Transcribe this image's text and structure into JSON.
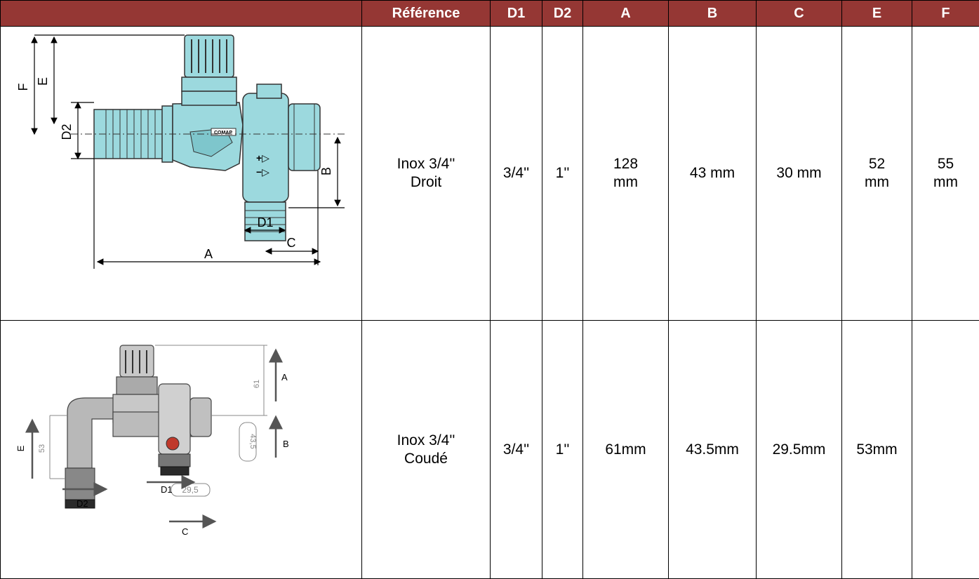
{
  "table": {
    "headers": {
      "image": "",
      "reference": "Référence",
      "d1": "D1",
      "d2": "D2",
      "a": "A",
      "b": "B",
      "c": "C",
      "e": "E",
      "f": "F"
    },
    "rows": [
      {
        "reference": "Inox 3/4''\nDroit",
        "d1": "3/4''",
        "d2": "1''",
        "a": "128\nmm",
        "b": "43 mm",
        "c": "30 mm",
        "e": "52\nmm",
        "f": "55\nmm",
        "drawing": {
          "labels": {
            "f": "F",
            "e": "E",
            "d2": "D2",
            "b": "B",
            "d1": "D1",
            "c": "C",
            "a": "A",
            "brand": "COMAP",
            "plus": "+▷",
            "minus": "−▷"
          }
        }
      },
      {
        "reference": "Inox 3/4''\nCoudé",
        "d1": "3/4''",
        "d2": "1''",
        "a": "61mm",
        "b": "43.5mm",
        "c": "29.5mm",
        "e": "53mm",
        "f": "",
        "drawing": {
          "labels": {
            "a": "A",
            "b": "B",
            "c": "C",
            "e": "E",
            "d1": "D1",
            "d2": "D2",
            "dim_a": "61",
            "dim_b": "43,5",
            "dim_e": "53",
            "dim_c": "29,5"
          }
        }
      }
    ]
  },
  "colors": {
    "header_bg": "#953734",
    "header_text": "#ffffff",
    "valve_body": "#9cd9de",
    "grid_line": "#000000"
  }
}
